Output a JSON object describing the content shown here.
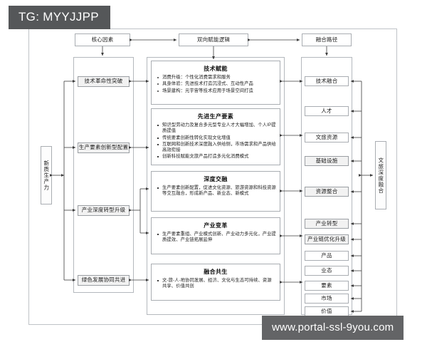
{
  "watermarks": {
    "top": "TG: MYYJJPP",
    "bottom": "www.portal-ssl-9you.com"
  },
  "header": {
    "core_factors": "核心因素",
    "logic": "双向赋能逻辑",
    "path": "融合路径"
  },
  "left_axis_label": "新质生产力",
  "right_axis_label": "文旅深度融合",
  "left_column": {
    "items": [
      {
        "label": "技术革命性突破"
      },
      {
        "label": "生产要素创新型配置"
      },
      {
        "label": "产业深度转型升级"
      },
      {
        "label": "绿色发展协同共进"
      }
    ]
  },
  "center_cards": [
    {
      "title": "技术赋能",
      "bullets": [
        "消费升级：个性化消费需求和服务",
        "具身体验：先进技术打造沉浸式、互动性产品",
        "场景建构：元宇宙等技术应用于场景空间打造"
      ]
    },
    {
      "title": "先进生产要素",
      "bullets": [
        "知识型劳动力及复合多元型专业人才大幅增加、个人IP提质提值",
        "传统要素创新性转化实现文化增值",
        "互联网和创新技术深度融入供给侧，市场需求和产品供给高效衔接",
        "创新科技赋能文旅产品打造多元化消费模式"
      ]
    },
    {
      "title": "深度交融",
      "bullets": [
        "生产要素创新配置，促进文化资源、旅游资源和科技资源等交互融合，形成新产品、新业态、新模式"
      ]
    },
    {
      "title": "产业变革",
      "bullets": [
        "生产要素重组、产业模式创新、产业动力多元化，产业提质提效、产业链拓展延伸"
      ]
    },
    {
      "title": "融合共生",
      "bullets": [
        "文-旅-人-地协同发展、经济、文化与生态可持续、资源共享、价值共创"
      ]
    }
  ],
  "right_column": {
    "items": [
      {
        "label": "技术融合"
      },
      {
        "label": "人才"
      },
      {
        "label": "文旅资源"
      },
      {
        "label": "基础设施"
      },
      {
        "label": "资源整合"
      },
      {
        "label": "产业转型"
      },
      {
        "label": "产业链优化升级"
      },
      {
        "label": "产品"
      },
      {
        "label": "业态"
      },
      {
        "label": "要素"
      },
      {
        "label": "市场"
      },
      {
        "label": "价值"
      }
    ]
  },
  "colors": {
    "frame_border": "#bfc3c7",
    "box_border": "#a9adb2",
    "tint_fill": "#f2f2f2",
    "watermark_top_bg": "#555759",
    "watermark_bottom_bg": "#636466",
    "wire": "#3b3b3b"
  }
}
